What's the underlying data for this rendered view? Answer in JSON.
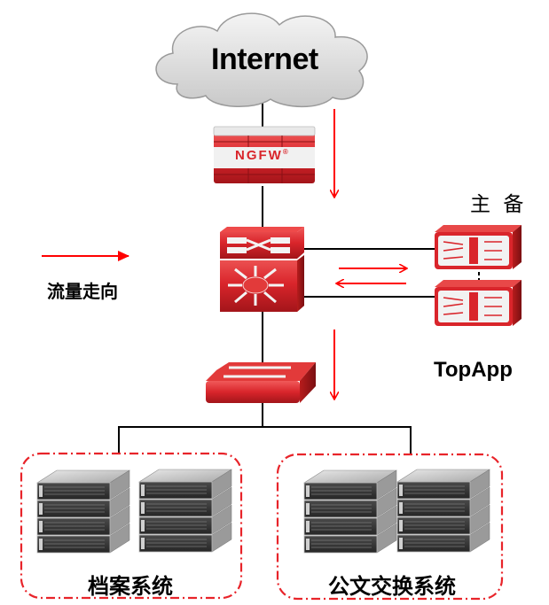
{
  "diagram": {
    "internet_label": "Internet",
    "firewall_label": "NGFW",
    "firewall_trademark": "®",
    "legend_label": "流量走向",
    "ha_label": "主 备",
    "topapp_label": "TopApp",
    "groups": [
      {
        "label": "档案系统"
      },
      {
        "label": "公文交换系统"
      }
    ],
    "colors": {
      "device_red": "#d9252b",
      "flow_arrow": "#ff0000",
      "link_line": "#000000",
      "group_border": "#e8242a"
    }
  }
}
